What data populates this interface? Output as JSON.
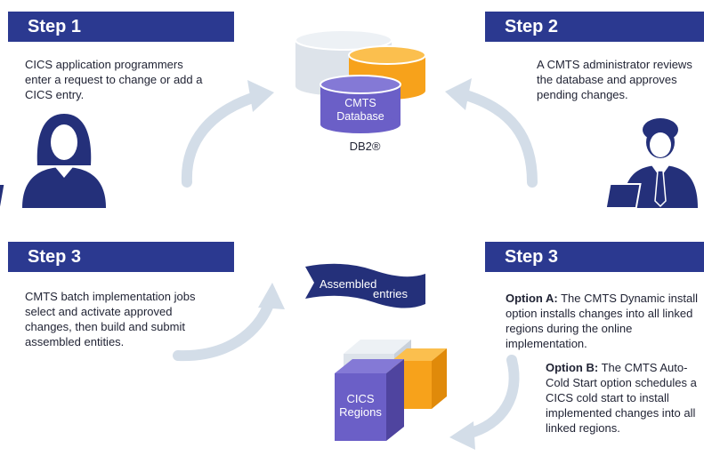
{
  "steps": {
    "top_left": {
      "title": "Step 1",
      "text": "CICS application programmers enter a request to change or add a CICS entry."
    },
    "top_right": {
      "title": "Step 2",
      "text": "A CMTS administrator reviews the database and approves pending changes."
    },
    "bottom_left": {
      "title": "Step 3",
      "text": "CMTS batch implementation jobs select and activate approved changes, then build and submit assembled entities."
    },
    "bottom_right": {
      "title": "Step 3",
      "option_a_label": "Option A:",
      "option_a_text": " The CMTS Dynamic install option installs changes into all linked regions during the online implementation.",
      "option_b_label": "Option B:",
      "option_b_text": " The CMTS Auto-Cold Start option schedules a CICS cold start to install implemented changes into all linked regions."
    }
  },
  "database": {
    "line1": "CMTS",
    "line2": "Database",
    "caption": "DB2®"
  },
  "banner": {
    "word1": "Assembled",
    "word2": "entries"
  },
  "regions": {
    "line1": "CICS",
    "line2": "Regions"
  },
  "colors": {
    "bar": "#2b3990",
    "purple": "#6b5fc7",
    "orange": "#f7a21b",
    "gray": "#dde3ea",
    "arrow": "#d3dde8",
    "navy": "#24307a"
  }
}
